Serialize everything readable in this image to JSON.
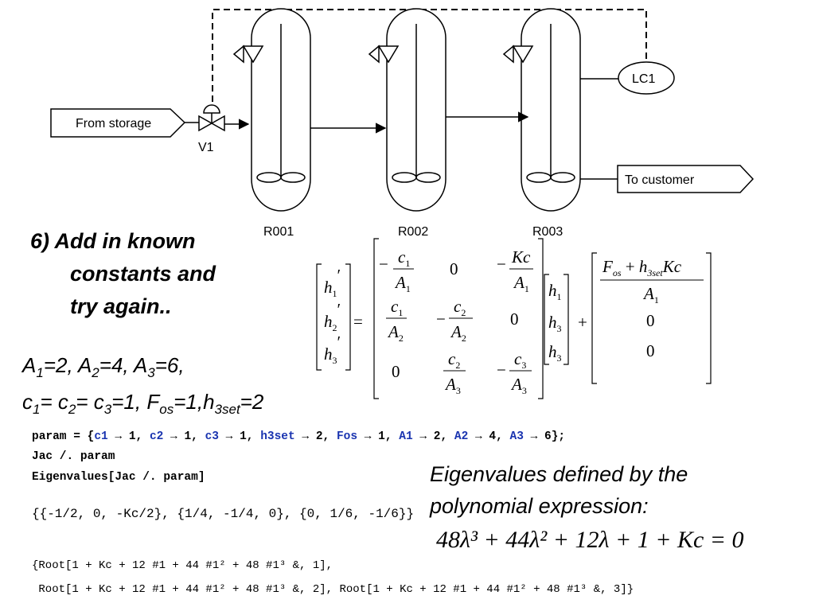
{
  "diagram": {
    "from_storage": "From storage",
    "to_customer": "To customer",
    "valve": "V1",
    "controller": "LC1",
    "reactors": [
      "R001",
      "R002",
      "R003"
    ]
  },
  "step": {
    "line1": "6) Add in known",
    "line2": "constants and",
    "line3": "try again.."
  },
  "constants": {
    "A_line": [
      "A",
      "1",
      "=2, ",
      "A",
      "2",
      "=4, ",
      "A",
      "3",
      "=6,"
    ],
    "c_line": [
      "c",
      "1",
      "= ",
      "c",
      "2",
      "= ",
      "c",
      "3",
      "=1, F",
      "os",
      "=1,h",
      "3set",
      "=2"
    ]
  },
  "equation": {
    "lhs": [
      "h1'",
      "h2'",
      "h3'"
    ],
    "jacobian": [
      [
        "-c1/A1",
        "0",
        "-Kc/A1"
      ],
      [
        "c1/A2",
        "-c2/A2",
        "0"
      ],
      [
        "0",
        "c2/A3",
        "-c3/A3"
      ]
    ],
    "state": [
      "h1",
      "h3",
      "h3"
    ],
    "forcing": [
      "(Fos + h3set Kc)/A1",
      "0",
      "0"
    ]
  },
  "code": {
    "line1_prefix": "param = {",
    "params": [
      {
        "name": "c1",
        "value": "1"
      },
      {
        "name": "c2",
        "value": "1"
      },
      {
        "name": "c3",
        "value": "1"
      },
      {
        "name": "h3set",
        "value": "2"
      },
      {
        "name": "Fos",
        "value": "1"
      },
      {
        "name": "A1",
        "value": "2"
      },
      {
        "name": "A2",
        "value": "4"
      },
      {
        "name": "A3",
        "value": "6"
      }
    ],
    "line1_suffix": "};",
    "line2": "Jac /. param",
    "line3": "Eigenvalues[Jac /. param]"
  },
  "output": {
    "jac_result": "{{-1/2, 0, -Kc/2}, {1/4, -1/4, 0}, {0, 1/6, -1/6}}",
    "root_line1": "{Root[1 + Kc + 12 #1 + 44 #1² + 48 #1³ &, 1],",
    "root_line2": " Root[1 + Kc + 12 #1 + 44 #1² + 48 #1³ &, 2], Root[1 + Kc + 12 #1 + 44 #1² + 48 #1³ &, 3]}"
  },
  "eigen_text": {
    "line1": "Eigenvalues defined by the",
    "line2": "polynomial expression:"
  },
  "polynomial": "48λ³ + 44λ² + 12λ + 1 + Kc = 0"
}
